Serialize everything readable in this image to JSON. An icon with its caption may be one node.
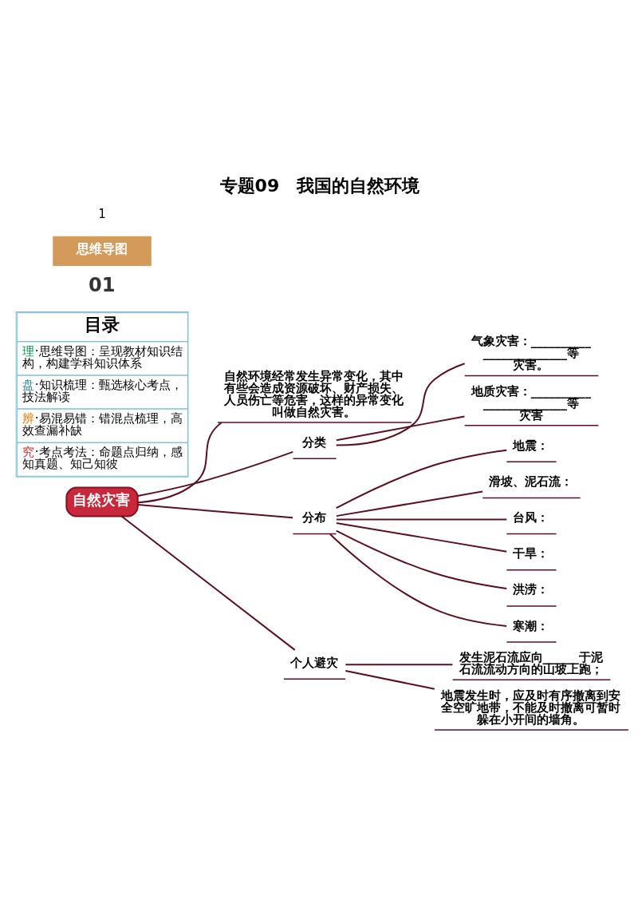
{
  "diagram": {
    "title": "专题09　我国的自然环境",
    "nodes": [
      {
        "text": [
          "自然灾害"
        ]
      },
      {
        "text": [
          "自然环境经常发生异常变化，其中有些会造成资源破坏、财产损失、人员伤亡等危害，这样的异常变化叫做自然灾害。"
        ]
      },
      {
        "text": [
          "分类"
        ]
      },
      {
        "text": [
          "气象灾害：________________________等灾害。"
        ]
      },
      {
        "text": [
          "地质灾害：________________________等灾害"
        ]
      },
      {
        "text": [
          "分布"
        ]
      },
      {
        "text": [
          "地震："
        ]
      },
      {
        "text": [
          "滑坡、泥石流："
        ]
      },
      {
        "text": [
          "台风："
        ]
      },
      {
        "text": [
          "干旱："
        ]
      },
      {
        "text": [
          "洪涝："
        ]
      },
      {
        "text": [
          "寒潮："
        ]
      },
      {
        "text": [
          "个人避灾"
        ]
      },
      {
        "text": [
          "发生泥石流应向______于泥石流流动方向的山坡上跑；"
        ]
      },
      {
        "text": [
          "地震发生时，应及时有序撤离到安全空旷地带，不能及时撤离可暂时躲在小开间的墙角。"
        ]
      }
    ],
    "edges": [
      {
        "from": 0,
        "to": 1,
        "arrow": "none"
      },
      {
        "from": 0,
        "to": 2,
        "arrow": "none"
      },
      {
        "from": 2,
        "to": 3,
        "arrow": "none"
      },
      {
        "from": 2,
        "to": 4,
        "arrow": "none"
      },
      {
        "from": 0,
        "to": 5,
        "arrow": "none"
      },
      {
        "from": 5,
        "to": 6,
        "arrow": "none"
      },
      {
        "from": 5,
        "to": 7,
        "arrow": "none"
      },
      {
        "from": 5,
        "to": 8,
        "arrow": "none"
      },
      {
        "from": 5,
        "to": 9,
        "arrow": "none"
      },
      {
        "from": 5,
        "to": 10,
        "arrow": "none"
      },
      {
        "from": 5,
        "to": 11,
        "arrow": "none"
      },
      {
        "from": 0,
        "to": 12,
        "arrow": "none"
      },
      {
        "from": 12,
        "to": 13,
        "arrow": "none"
      },
      {
        "from": 12,
        "to": 14,
        "arrow": "none"
      }
    ],
    "labels": [
      "目录",
      "理·思维导图：呈现教材知识结构，构建学科知识体系",
      "盘·知识梳理：甄选核心考点，技法解读",
      "辨·易混易错：错混点梳理，高效查漏补缺",
      "究·考点考法：命题点归纳，感知真题、知己知彼",
      "01",
      "思维导图",
      "1"
    ]
  }
}
